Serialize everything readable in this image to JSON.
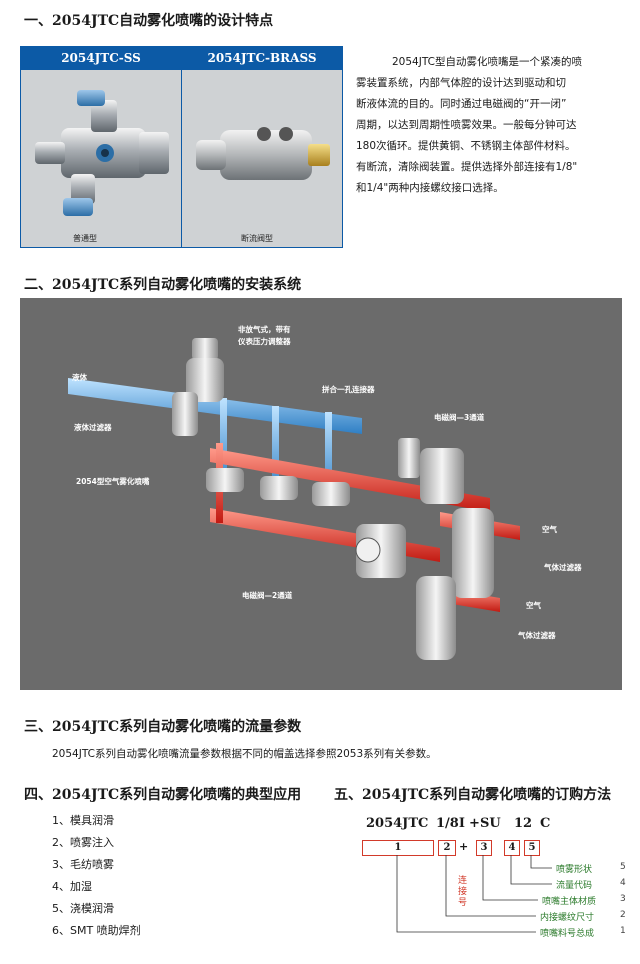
{
  "section1": {
    "title": "一、2054JTC自动雾化喷嘴的设计特点",
    "product_headers": [
      "2054JTC-SS",
      "2054JTC-BRASS"
    ],
    "captions": [
      "普通型",
      "断流阀型"
    ],
    "description_lines": [
      "2054JTC型自动雾化喷嘴是一个紧凑的喷",
      "雾装置系统，内部气体腔的设计达到驱动和切",
      "断液体流的目的。同时通过电磁阀的“开一闭”",
      "周期，以达到周期性喷雾效果。一般每分钟可达",
      "180次循环。提供黄铜、不锈钢主体部件材料。",
      "有断流，清除阀装置。提供选择外部连接有1/8\"",
      "和1/4\"两种内接螺纹接口选择。"
    ]
  },
  "section2": {
    "title": "二、2054JTC系列自动雾化喷嘴的安装系统",
    "labels": {
      "regulator": [
        "非放气式，带有",
        "仪表压力调整器"
      ],
      "liquid": "液体",
      "liquid_filter": "液体过滤器",
      "connector": "拼合一孔连接器",
      "valve3": "电磁阀—3通道",
      "nozzle": "2054型空气雾化喷嘴",
      "air1": "空气",
      "gas_filter1": "气体过滤器",
      "valve2": "电磁阀—2通道",
      "air2": "空气",
      "gas_filter2": "气体过滤器"
    }
  },
  "section3": {
    "title": "三、2054JTC系列自动雾化喷嘴的流量参数",
    "text": "2054JTC系列自动雾化喷嘴流量参数根据不同的帽盖选择参照2053系列有关参数。"
  },
  "section4": {
    "title": "四、2054JTC系列自动雾化喷嘴的典型应用",
    "items": [
      "1、模具润滑",
      "2、喷雾注入",
      "3、毛纺喷雾",
      "4、加湿",
      "5、浇模润滑",
      "6、SMT 喷助焊剂"
    ]
  },
  "section5": {
    "title": "五、2054JTC系列自动雾化喷嘴的订购方法",
    "code_parts": [
      "2054JTC",
      "1/8I",
      "+",
      "SU",
      "12",
      "C"
    ],
    "boxes": [
      "1",
      "2",
      "+",
      "3",
      "4",
      "5"
    ],
    "connector_label": [
      "连",
      "接",
      "号"
    ],
    "legend": [
      {
        "label": "喷雾形状",
        "num": "5"
      },
      {
        "label": "流量代码",
        "num": "4"
      },
      {
        "label": "喷嘴主体材质",
        "num": "3"
      },
      {
        "label": "内接螺纹尺寸",
        "num": "2"
      },
      {
        "label": "喷嘴料号总成",
        "num": "1"
      }
    ]
  }
}
